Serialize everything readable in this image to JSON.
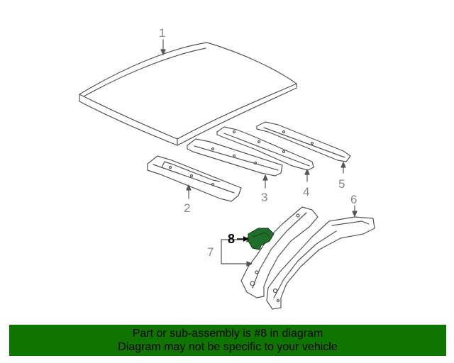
{
  "callouts": {
    "c1": "1",
    "c2": "2",
    "c3": "3",
    "c4": "4",
    "c5": "5",
    "c6": "6",
    "c7": "7",
    "c8": "8"
  },
  "banner": {
    "line1": "Part or sub-assembly is #8 in diagram",
    "line2": "Diagram may not be specific to your vehicle"
  },
  "colors": {
    "highlight": "#1f6f2a",
    "banner_bg": "#107400",
    "line": "#555555",
    "callout": "#8a8a8a"
  }
}
